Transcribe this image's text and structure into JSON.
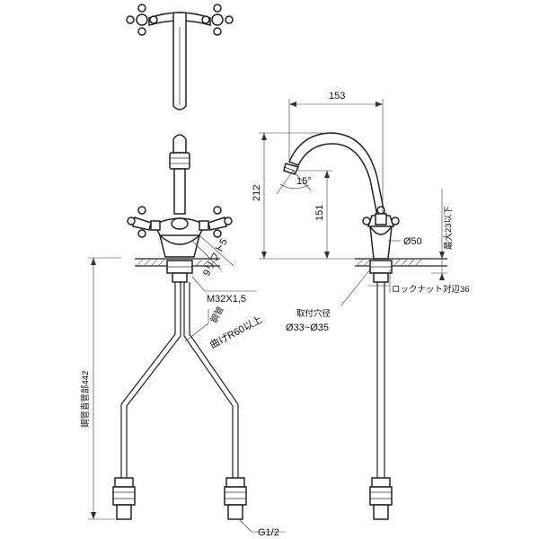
{
  "labels": {
    "spout_width": "153",
    "total_height": "212",
    "spout_height": "151",
    "spout_angle": "15°",
    "body_dia": "Ø50",
    "max_thickness": "最大23以下",
    "thread": "M32X1,5",
    "lift": "9リフト5",
    "steel_pipe": "鋼管",
    "bend": "曲げR60以上",
    "pipe_length": "鋼管直管部442",
    "mount_hole_title": "取付穴径",
    "mount_hole_range": "Ø33~Ø35",
    "locknut": "ロックナット対辺36",
    "connection": "G1/2"
  }
}
